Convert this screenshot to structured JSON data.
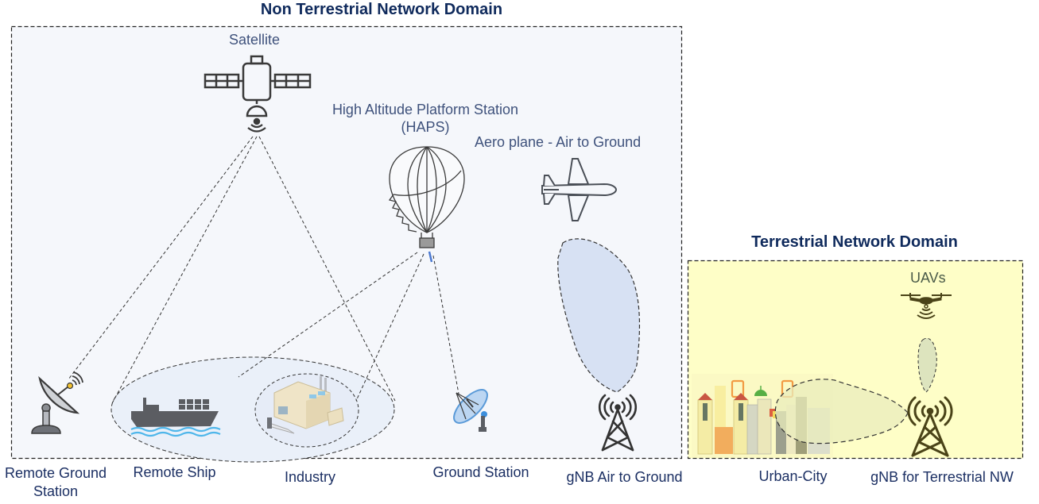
{
  "ntn_domain": {
    "title": "Non Terrestrial Network Domain",
    "background": "#f5f7fb",
    "nodes": {
      "satellite": {
        "label": "Satellite",
        "icon": "satellite-icon"
      },
      "haps": {
        "label_line1": "High Altitude Platform Station",
        "label_line2": "(HAPS)",
        "icon": "hot-air-balloon-icon"
      },
      "aeroplane": {
        "label": "Aero plane  - Air to Ground",
        "icon": "airplane-icon"
      },
      "remote_ground_station": {
        "label_line1": "Remote Ground",
        "label_line2": "Station",
        "icon": "satellite-dish-icon"
      },
      "remote_ship": {
        "label": "Remote Ship",
        "icon": "cargo-ship-icon"
      },
      "industry": {
        "label": "Industry",
        "icon": "factory-icon"
      },
      "ground_station": {
        "label": "Ground Station",
        "icon": "ground-dish-icon"
      },
      "gnb_air_to_ground": {
        "label": "gNB Air to Ground",
        "icon": "cell-tower-icon"
      }
    }
  },
  "tn_domain": {
    "title": "Terrestrial Network Domain",
    "background": "#fefec7",
    "nodes": {
      "uavs": {
        "label": "UAVs",
        "icon": "drone-icon"
      },
      "urban_city": {
        "label": "Urban-City",
        "icon": "city-skyline-icon"
      },
      "gnb_terrestrial": {
        "label": "gNB for Terrestrial NW",
        "icon": "cell-tower-icon"
      }
    }
  },
  "colors": {
    "title": "#0f2a5c",
    "label": "#1b2f63",
    "coverage_blue": "#d7e1f3",
    "coverage_green": "#e3e7bf",
    "icon_dark": "#3a3a3a",
    "icon_olive": "#4a4318"
  }
}
